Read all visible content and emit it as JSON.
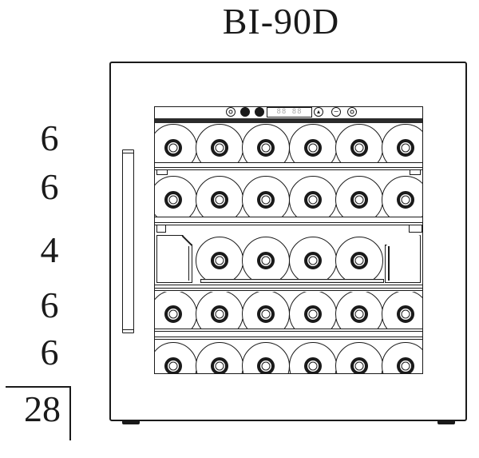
{
  "title": "BI-90D",
  "capacity": {
    "row_counts": [
      6,
      6,
      4,
      6,
      6
    ],
    "total": 28
  },
  "display": {
    "value": "88 88"
  },
  "controls": {
    "left_buttons": [
      {
        "name": "power-button",
        "style": "ring"
      },
      {
        "name": "run-indicator",
        "style": "solid"
      },
      {
        "name": "set-button",
        "style": "solid"
      }
    ],
    "right_buttons": [
      {
        "name": "temp-up-button",
        "style": "glyph",
        "glyph": "▴"
      },
      {
        "name": "temp-down-button",
        "style": "glyph",
        "glyph": "−"
      },
      {
        "name": "light-button",
        "style": "ring"
      }
    ]
  },
  "colors": {
    "line": "#1a1a1a",
    "band": "#2b2b2b",
    "display_digits": "#a8a8a8"
  }
}
